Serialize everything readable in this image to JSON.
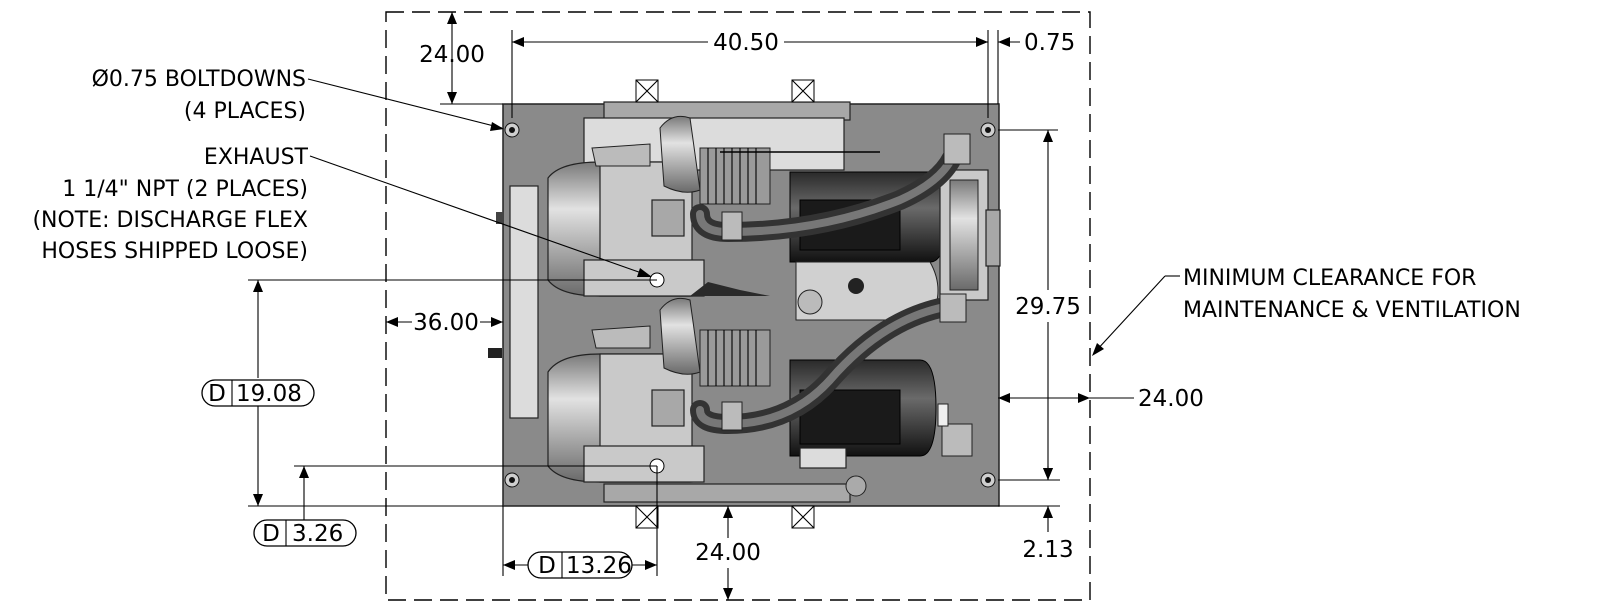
{
  "dimensions": {
    "top_clearance": "24.00",
    "overall_width": "40.50",
    "right_offset": "0.75",
    "left_clearance": "36.00",
    "bolt_span_height": "29.75",
    "right_clearance": "24.00",
    "bottom_clearance": "24.00",
    "bottom_right_offset": "2.13"
  },
  "tagged_dimensions": {
    "exhaust_upper_y": {
      "prefix": "D",
      "value": "19.08"
    },
    "exhaust_lower_y": {
      "prefix": "D",
      "value": "3.26"
    },
    "exhaust_x": {
      "prefix": "D",
      "value": "13.26"
    }
  },
  "annotations": {
    "boltdowns": [
      "Ø0.75 BOLTDOWNS",
      "(4 PLACES)"
    ],
    "exhaust": [
      "EXHAUST",
      "1 1/4\" NPT (2 PLACES)",
      "(NOTE: DISCHARGE FLEX",
      "HOSES SHIPPED LOOSE)"
    ],
    "clearance": [
      "MINIMUM CLEARANCE FOR",
      "MAINTENANCE & VENTILATION"
    ]
  },
  "colors": {
    "line": "#000000",
    "baseplate": "#8a8a8a",
    "housing": "#c9c9c9",
    "motor_dark": "#1a1a1a"
  }
}
